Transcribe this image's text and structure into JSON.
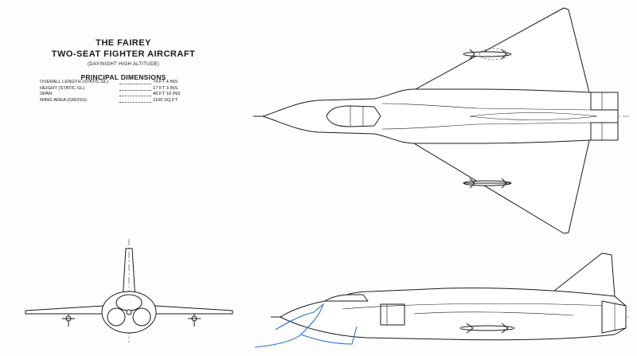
{
  "title": {
    "line1": "THE FAIREY",
    "line2": "TWO-SEAT FIGHTER AIRCRAFT",
    "line3": "(DAY/NIGHT HIGH ALTITUDE)"
  },
  "dimensions": {
    "heading": "PRINCIPAL DIMENSIONS",
    "rows": [
      {
        "label": "OVERALL LENGTH (STATIC GL)",
        "value": "74 FT 4 INS"
      },
      {
        "label": "HEIGHT (STATIC GL)",
        "value": "17 FT 3 INS"
      },
      {
        "label": "SPAN",
        "value": "46 FT 10 INS"
      },
      {
        "label": "WING AREA (GROSS)",
        "value": "1100 SQ FT"
      }
    ]
  },
  "colors": {
    "ink": "#1a1a1a",
    "paper": "#fdfdfd",
    "annotation_blue": "#2e6fd1"
  }
}
